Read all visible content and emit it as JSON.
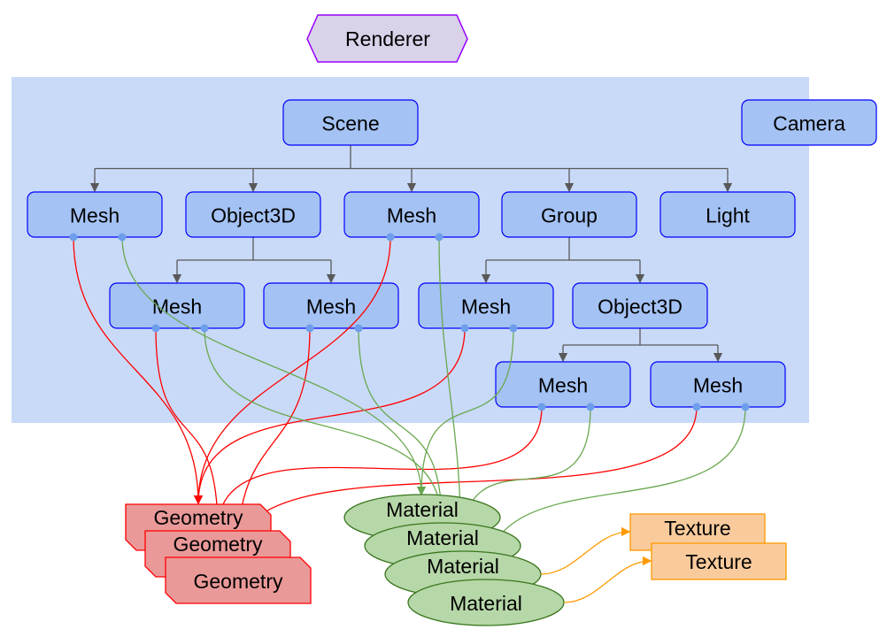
{
  "colors": {
    "container": "#c9daf8",
    "node_fill": "#a4c2f4",
    "node_stroke": "#0000ff",
    "port": "#6d9eeb",
    "tree_edge": "#595959",
    "renderer_fill": "#d9d2e9",
    "renderer_stroke": "#9900ff",
    "geometry_fill": "#ea9999",
    "geometry_stroke": "#ff0000",
    "material_fill": "#b6d7a8",
    "material_stroke": "#38761d",
    "material_edge": "#6aa84f",
    "texture_fill": "#f9cb9c",
    "texture_stroke": "#ff9900"
  },
  "renderer": {
    "label": "Renderer"
  },
  "nodes": [
    {
      "id": "scene",
      "label": "Scene"
    },
    {
      "id": "camera",
      "label": "Camera"
    },
    {
      "id": "mesh1",
      "label": "Mesh"
    },
    {
      "id": "object3d1",
      "label": "Object3D"
    },
    {
      "id": "mesh2",
      "label": "Mesh"
    },
    {
      "id": "group",
      "label": "Group"
    },
    {
      "id": "light",
      "label": "Light"
    },
    {
      "id": "mesh3",
      "label": "Mesh"
    },
    {
      "id": "mesh4",
      "label": "Mesh"
    },
    {
      "id": "mesh5",
      "label": "Mesh"
    },
    {
      "id": "object3d2",
      "label": "Object3D"
    },
    {
      "id": "mesh6",
      "label": "Mesh"
    },
    {
      "id": "mesh7",
      "label": "Mesh"
    }
  ],
  "tree": [
    {
      "parent": "scene",
      "children": [
        "mesh1",
        "object3d1",
        "mesh2",
        "group",
        "light"
      ]
    },
    {
      "parent": "object3d1",
      "children": [
        "mesh3",
        "mesh4"
      ]
    },
    {
      "parent": "group",
      "children": [
        "mesh5",
        "object3d2"
      ]
    },
    {
      "parent": "object3d2",
      "children": [
        "mesh6",
        "mesh7"
      ]
    }
  ],
  "geometries": [
    {
      "label": "Geometry"
    },
    {
      "label": "Geometry"
    },
    {
      "label": "Geometry"
    }
  ],
  "materials": [
    {
      "label": "Material"
    },
    {
      "label": "Material"
    },
    {
      "label": "Material"
    },
    {
      "label": "Material"
    }
  ],
  "textures": [
    {
      "label": "Texture"
    },
    {
      "label": "Texture"
    }
  ],
  "geometry_links": [
    {
      "from": "mesh1",
      "to": 0
    },
    {
      "from": "mesh3",
      "to": 1
    },
    {
      "from": "mesh2",
      "to": 0
    },
    {
      "from": "mesh4",
      "to": 2
    },
    {
      "from": "mesh5",
      "to": 0
    },
    {
      "from": "mesh6",
      "to": 1
    },
    {
      "from": "mesh7",
      "to": 2
    }
  ],
  "material_links": [
    {
      "from": "mesh1",
      "to": 0
    },
    {
      "from": "mesh3",
      "to": 1
    },
    {
      "from": "mesh2",
      "to": 2
    },
    {
      "from": "mesh4",
      "to": 1
    },
    {
      "from": "mesh5",
      "to": 0
    },
    {
      "from": "mesh6",
      "to": 2
    },
    {
      "from": "mesh7",
      "to": 3
    }
  ],
  "texture_links": [
    {
      "from": 2,
      "to": 0
    },
    {
      "from": 3,
      "to": 1
    }
  ]
}
